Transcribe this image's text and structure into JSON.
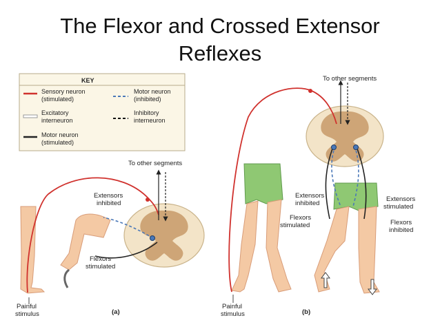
{
  "slide": {
    "title_line1": "The Flexor and Crossed Extensor",
    "title_line2": "Reflexes"
  },
  "key": {
    "heading": "KEY",
    "items": [
      {
        "line1": "Sensory neuron",
        "line2": "(stimulated)",
        "color": "#d0312d",
        "style": "solid"
      },
      {
        "line1": "Excitatory",
        "line2": "interneuron",
        "color": "#bdbdbd",
        "style": "hollow"
      },
      {
        "line1": "Motor neuron",
        "line2": "(stimulated)",
        "color": "#222222",
        "style": "solid"
      },
      {
        "line1": "Motor neuron",
        "line2": "(inhibited)",
        "color": "#4a78b8",
        "style": "dashed"
      },
      {
        "line1": "Inhibitory",
        "line2": "interneuron",
        "color": "#111111",
        "style": "dashed"
      }
    ]
  },
  "panel_a": {
    "label": "(a)",
    "to_other_segments": "To other segments",
    "extensors_inhibited": [
      "Extensors",
      "inhibited"
    ],
    "flexors_stimulated": [
      "Flexors",
      "stimulated"
    ],
    "painful_stimulus": [
      "Painful",
      "stimulus"
    ]
  },
  "panel_b": {
    "label": "(b)",
    "to_other_segments": "To other segments",
    "extensors_inhibited": [
      "Extensors",
      "inhibited"
    ],
    "flexors_stimulated": [
      "Flexors",
      "stimulated"
    ],
    "extensors_stimulated": [
      "Extensors",
      "stimulated"
    ],
    "flexors_inhibited": [
      "Flexors",
      "inhibited"
    ],
    "painful_stimulus": [
      "Painful",
      "stimulus"
    ]
  },
  "colors": {
    "sensory": "#d0312d",
    "skin": "#f4c9a4",
    "skin_dark": "#d89c78",
    "cord_white": "#f3e4c8",
    "cord_grey": "#c79a68",
    "shorts": "#8fc873",
    "key_bg": "#fbf6e6"
  }
}
